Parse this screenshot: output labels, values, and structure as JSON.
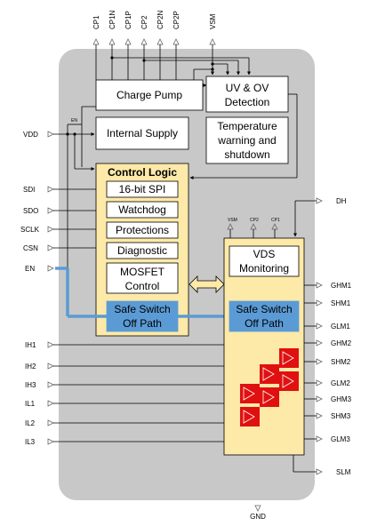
{
  "top_pins": [
    "CP1",
    "CP1N",
    "CP1P",
    "CP2",
    "CP2N",
    "CP2P",
    "VSM"
  ],
  "left_pins": [
    "VDD",
    "SDI",
    "SDO",
    "SCLK",
    "CSN",
    "EN",
    "IH1",
    "IH2",
    "IH3",
    "IL1",
    "IL2",
    "IL3"
  ],
  "right_pins": [
    "DH",
    "GHM1",
    "SHM1",
    "GLM1",
    "GHM2",
    "SHM2",
    "GLM2",
    "GHM3",
    "SHM3",
    "GLM3",
    "SLM"
  ],
  "bottom_pin": "GND",
  "blocks": {
    "charge_pump": "Charge Pump",
    "uv_ov_line1": "UV & OV",
    "uv_ov_line2": "Detection",
    "internal_supply": "Internal Supply",
    "temp_line1": "Temperature",
    "temp_line2": "warning and",
    "temp_line3": "shutdown",
    "control_logic": "Control Logic",
    "spi": "16-bit SPI",
    "watchdog": "Watchdog",
    "protections": "Protections",
    "diagnostic": "Diagnostic",
    "mosfet_line1": "MOSFET",
    "mosfet_line2": "Control",
    "safe_switch_left_1": "Safe Switch",
    "safe_switch_left_2": "Off Path",
    "vds_line1": "VDS",
    "vds_line2": "Monitoring",
    "safe_switch_right_1": "Safe Switch",
    "safe_switch_right_2": "Off Path"
  },
  "small_labels": {
    "en_internal": "EN",
    "vsm_small": "VSM",
    "cp2_small": "CP2",
    "cp1_small": "CP1"
  },
  "colors": {
    "chip_body": "#c8c8c8",
    "logic_fill": "#fde9a8",
    "safe_path": "#5b9bd5",
    "driver_red": "#e01010"
  }
}
